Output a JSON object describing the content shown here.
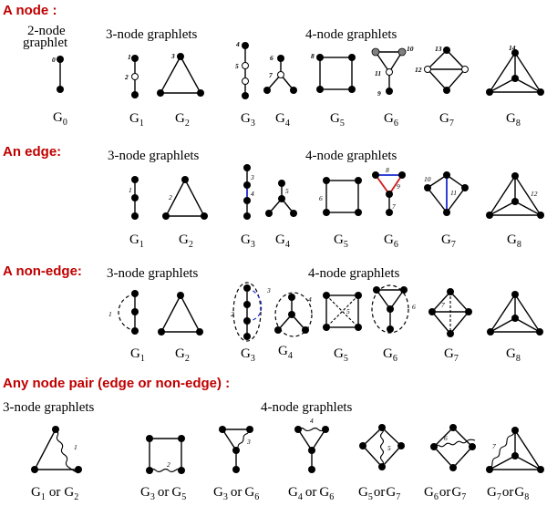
{
  "sections": {
    "node": "A node :",
    "edge": "An edge:",
    "non_edge": "A non-edge:",
    "any_pair": "Any node pair (edge or non-edge) :"
  },
  "group_labels": {
    "two_node_line1": "2-node",
    "two_node_line2": "graphlet",
    "three_node": "3-node graphlets",
    "four_node": "4-node graphlets"
  },
  "graphlets": {
    "g0": {
      "main": "G",
      "sub": "0"
    },
    "g1": {
      "main": "G",
      "sub": "1"
    },
    "g2": {
      "main": "G",
      "sub": "2"
    },
    "g3": {
      "main": "G",
      "sub": "3"
    },
    "g4": {
      "main": "G",
      "sub": "4"
    },
    "g5": {
      "main": "G",
      "sub": "5"
    },
    "g6": {
      "main": "G",
      "sub": "6"
    },
    "g7": {
      "main": "G",
      "sub": "7"
    },
    "g8": {
      "main": "G",
      "sub": "8"
    }
  },
  "or_word": "or",
  "node_orbits": [
    "0",
    "1",
    "2",
    "3",
    "4",
    "5",
    "6",
    "7",
    "8",
    "9",
    "10",
    "11",
    "12",
    "13",
    "14"
  ],
  "edge_orbits": [
    "1",
    "2",
    "3",
    "4",
    "5",
    "6",
    "7",
    "8",
    "9",
    "10",
    "11",
    "12"
  ],
  "non_edge_orbits": [
    "1",
    "2",
    "3",
    "4",
    "5",
    "6",
    "7"
  ],
  "any_pair_orbits": [
    "1",
    "2",
    "3",
    "4",
    "5",
    "6",
    "7"
  ],
  "colors": {
    "section_heading": "#c00000",
    "blue_highlight": "#1a2ad0",
    "red_highlight": "#d01818",
    "gray_node": "#808080"
  }
}
